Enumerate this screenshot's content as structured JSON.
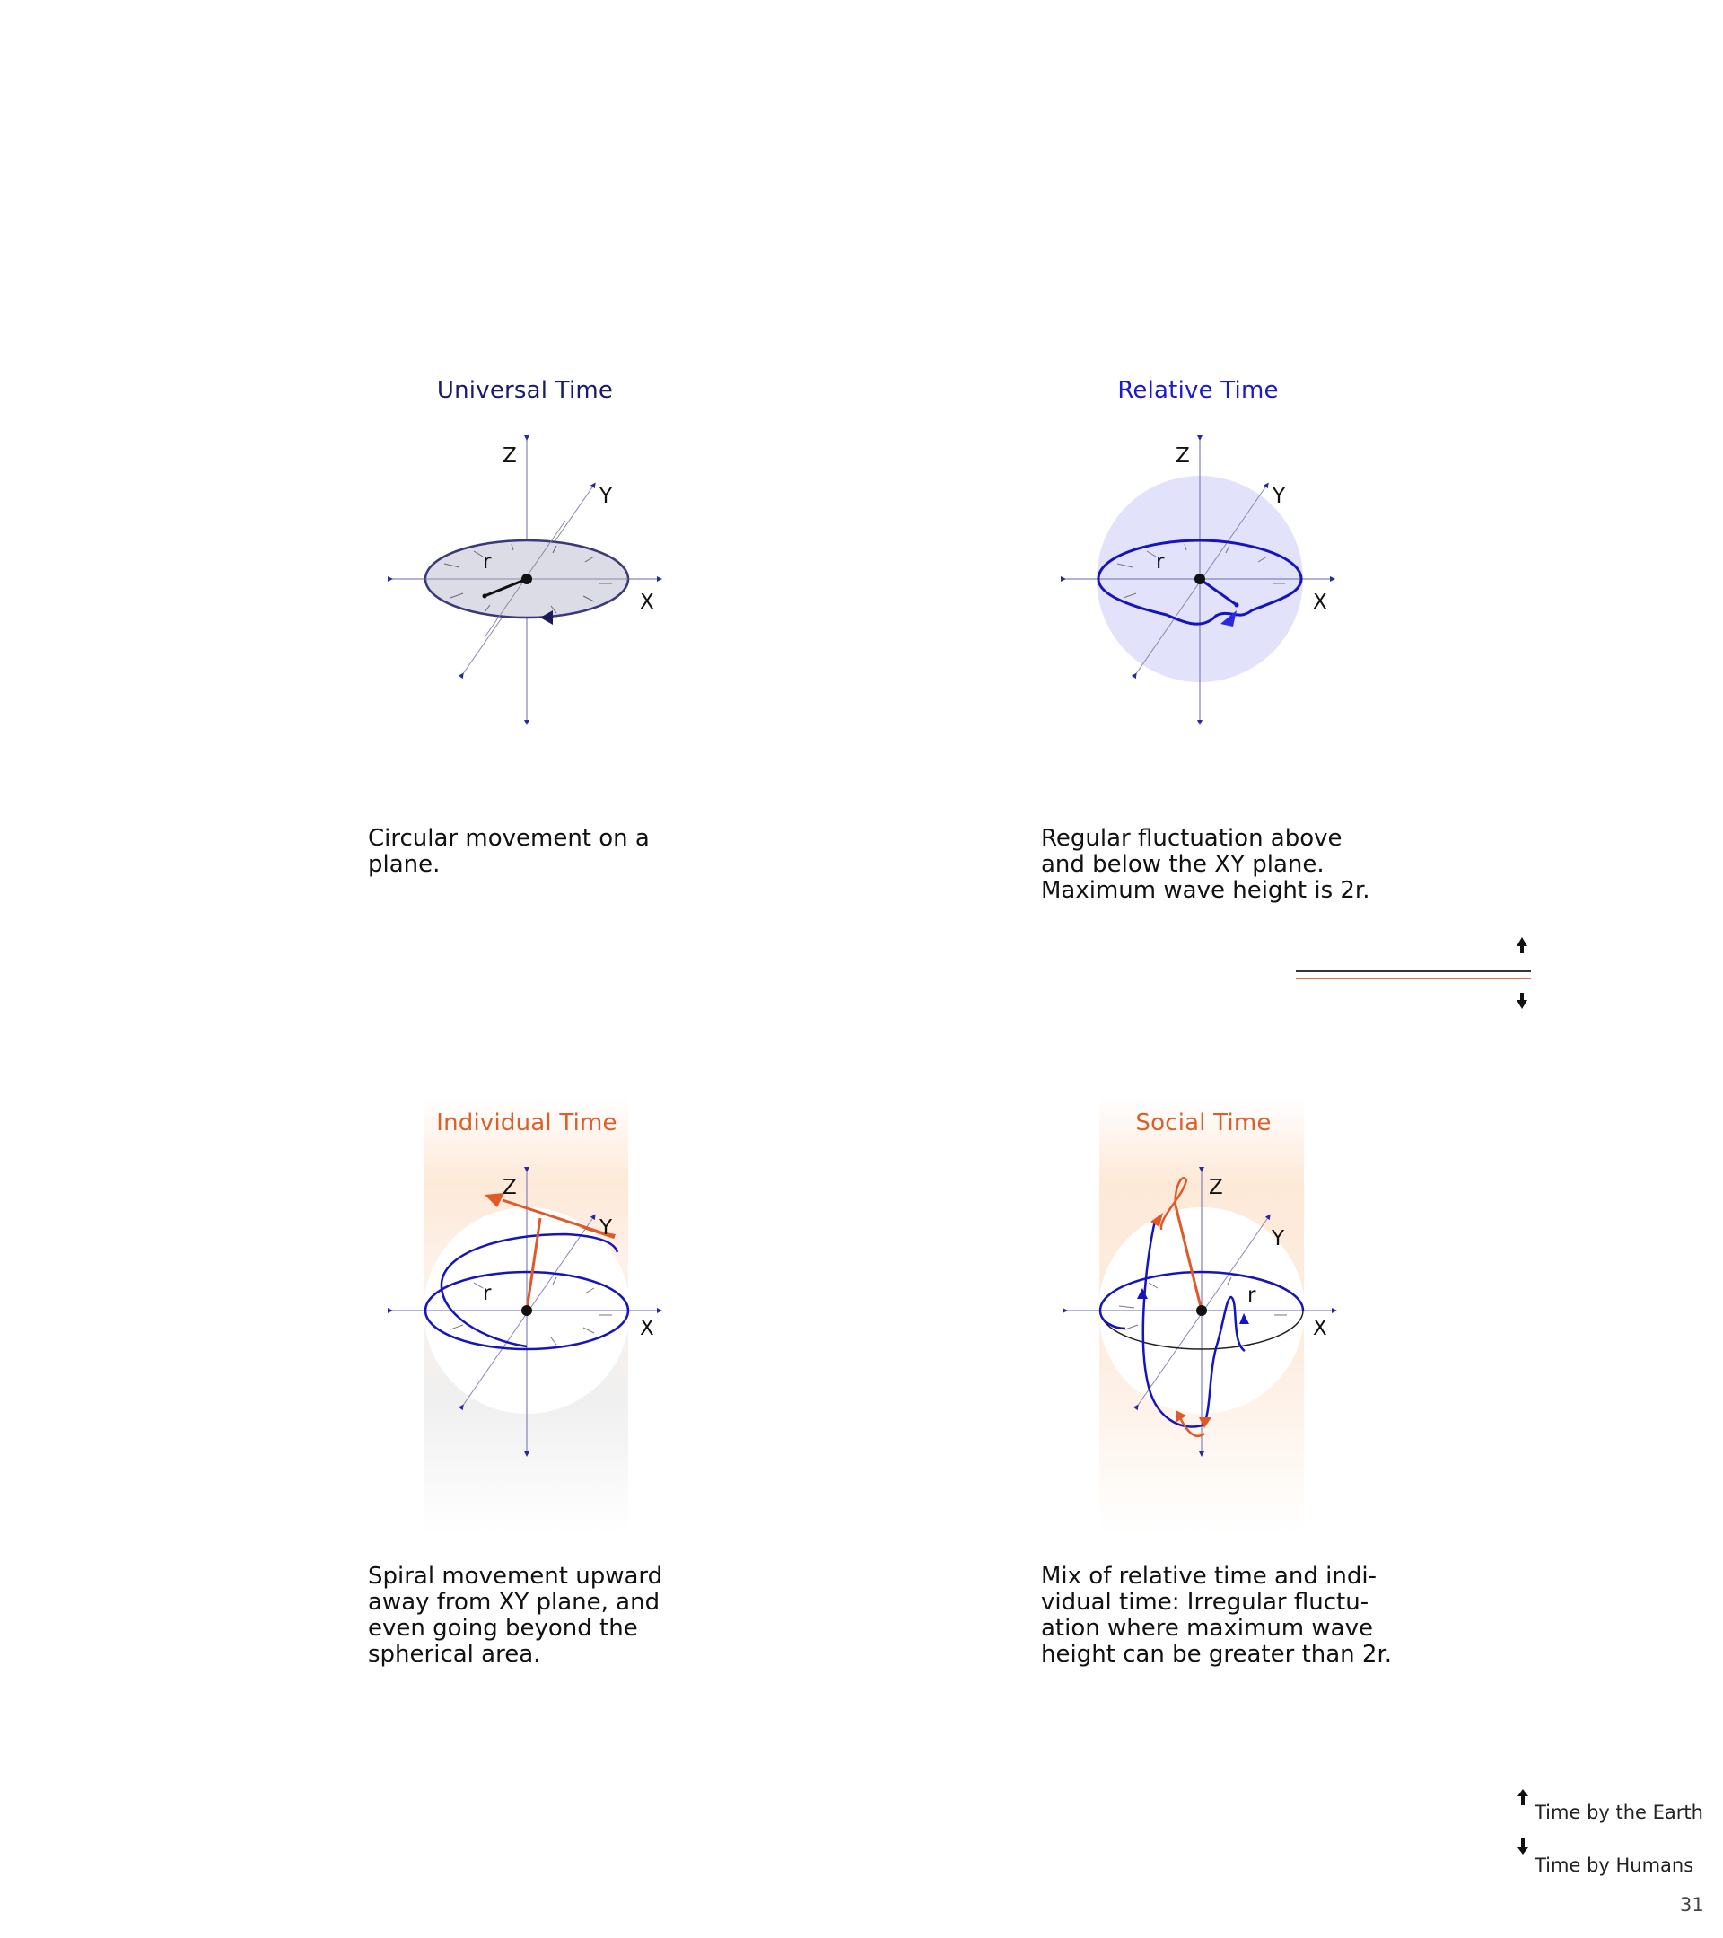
{
  "panels": {
    "universal": {
      "title": "Universal Time",
      "caption": "Circular movement on a\nplane.",
      "labels": {
        "z": "Z",
        "y": "Y",
        "x": "X",
        "r": "r"
      }
    },
    "relative": {
      "title": "Relative Time",
      "caption": "Regular fluctuation above\nand below the XY plane.\nMaximum wave height is 2r.",
      "labels": {
        "z": "Z",
        "y": "Y",
        "x": "X",
        "r": "r"
      }
    },
    "individual": {
      "title": "Individual Time",
      "caption": "Spiral movement upward\naway from XY plane, and\neven going beyond the\nspherical area.",
      "labels": {
        "z": "Z",
        "y": "Y",
        "x": "X",
        "r": "r"
      }
    },
    "social": {
      "title": "Social Time",
      "caption": "Mix of relative time and indi-\nvidual time: Irregular fluctu-\nation where maximum wave\nheight can be greater than 2r.",
      "labels": {
        "z": "Z",
        "y": "Y",
        "x": "X",
        "r": "r"
      }
    }
  },
  "legend": {
    "earth": "Time by the Earth",
    "humans": "Time by Humans"
  },
  "page_number": "31",
  "colors": {
    "universal_title": "#1a1a6e",
    "relative_title": "#1a1acc",
    "individual_title": "#d9602a",
    "social_title": "#d9602a",
    "earth_line": "#333344",
    "human_line": "#e07040",
    "path_blue": "#1515c0",
    "path_orange": "#e05a28"
  }
}
